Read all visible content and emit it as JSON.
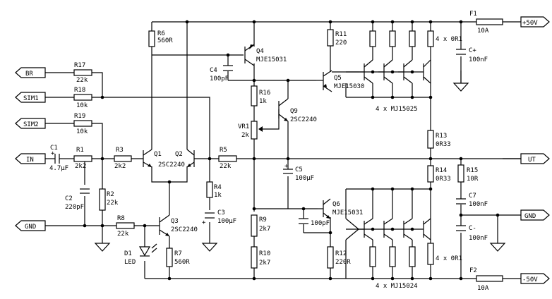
{
  "ports": {
    "br": "BR",
    "sim1": "SIM1",
    "sim2": "SIM2",
    "in": "IN",
    "gnd_left": "GND",
    "vpos": "+50V",
    "ut": "UT",
    "gnd_right": "GND",
    "vneg": "-50V"
  },
  "components": {
    "r17": {
      "ref": "R17",
      "value": "22k"
    },
    "r18": {
      "ref": "R18",
      "value": "10k"
    },
    "r19": {
      "ref": "R19",
      "value": "10k"
    },
    "c1": {
      "ref": "C1",
      "value": "4.7µF"
    },
    "r1": {
      "ref": "R1",
      "value": "2k2"
    },
    "c2": {
      "ref": "C2",
      "value": "220pF"
    },
    "r2": {
      "ref": "R2",
      "value": "22k"
    },
    "r3": {
      "ref": "R3",
      "value": "2k2"
    },
    "r8": {
      "ref": "R8",
      "value": "22k"
    },
    "d1": {
      "ref": "D1",
      "value": "LED"
    },
    "q1": {
      "ref": "Q1"
    },
    "q2": {
      "ref": "Q2"
    },
    "q12_type": "2SC2240",
    "q3": {
      "ref": "Q3",
      "type": "2SC2240"
    },
    "r6": {
      "ref": "R6",
      "value": "560R"
    },
    "r7": {
      "ref": "R7",
      "value": "560R"
    },
    "r4": {
      "ref": "R4",
      "value": "1k"
    },
    "c3": {
      "ref": "C3",
      "value": "100µF"
    },
    "r5": {
      "ref": "R5",
      "value": "22k"
    },
    "q4": {
      "ref": "Q4",
      "type": "MJE15031"
    },
    "c4": {
      "ref": "C4",
      "value": "100pF"
    },
    "r16": {
      "ref": "R16",
      "value": "1k"
    },
    "vr1": {
      "ref": "VR1",
      "value": "2k"
    },
    "q9": {
      "ref": "Q9",
      "type": "2SC2240"
    },
    "c5": {
      "ref": "C5",
      "value": "100µF"
    },
    "r9": {
      "ref": "R9",
      "value": "2k7"
    },
    "r10": {
      "ref": "R10",
      "value": "2k7"
    },
    "q6": {
      "ref": "Q6",
      "type": "MJE15031"
    },
    "c6_value": "100pF",
    "r11": {
      "ref": "R11",
      "value": "220"
    },
    "q5": {
      "ref": "Q5",
      "type": "MJE15030"
    },
    "r12": {
      "ref": "R12",
      "value": "220R"
    },
    "out_top_label": "4 x MJ15025",
    "out_bot_label": "4 x MJ15024",
    "emit_top_label": "4 x 0R1",
    "emit_bot_label": "4 x 0R1",
    "r13": {
      "ref": "R13",
      "value": "0R33"
    },
    "r14": {
      "ref": "R14",
      "value": "0R33"
    },
    "r15": {
      "ref": "R15",
      "value": "10R"
    },
    "c7": {
      "ref": "C7",
      "value": "100nF"
    },
    "cp": {
      "ref": "C+",
      "value": "100nF"
    },
    "cm": {
      "ref": "C-",
      "value": "100nF"
    },
    "f1": {
      "ref": "F1",
      "value": "10A"
    },
    "f2": {
      "ref": "F2",
      "value": "10A"
    }
  }
}
